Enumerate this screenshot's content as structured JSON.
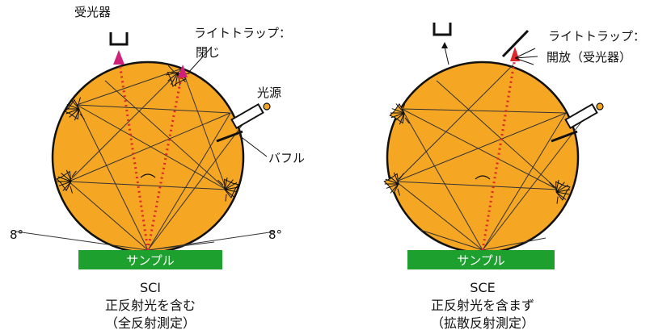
{
  "left": {
    "receiver_label": "受光器",
    "light_trap_label": "ライトトラップ：",
    "light_trap_state": "閉じ",
    "light_source_label": "光源",
    "baffle_label": "バフル",
    "angle_left": "8°",
    "angle_right": "8°",
    "sample_label": "サンプル",
    "mode_title": "SCI",
    "mode_desc": "正反射光を含む",
    "mode_desc2": "（全反射測定）"
  },
  "right": {
    "light_trap_label": "ライトトラップ：",
    "light_trap_state": "開放（受光器）",
    "sample_label": "サンプル",
    "mode_title": "SCE",
    "mode_desc": "正反射光を含まず",
    "mode_desc2": "（拡散反射測定）"
  },
  "colors": {
    "sphere": "#F5A623",
    "sample": "#1DA02E",
    "ray": "#E0262B",
    "outline": "#111111"
  }
}
